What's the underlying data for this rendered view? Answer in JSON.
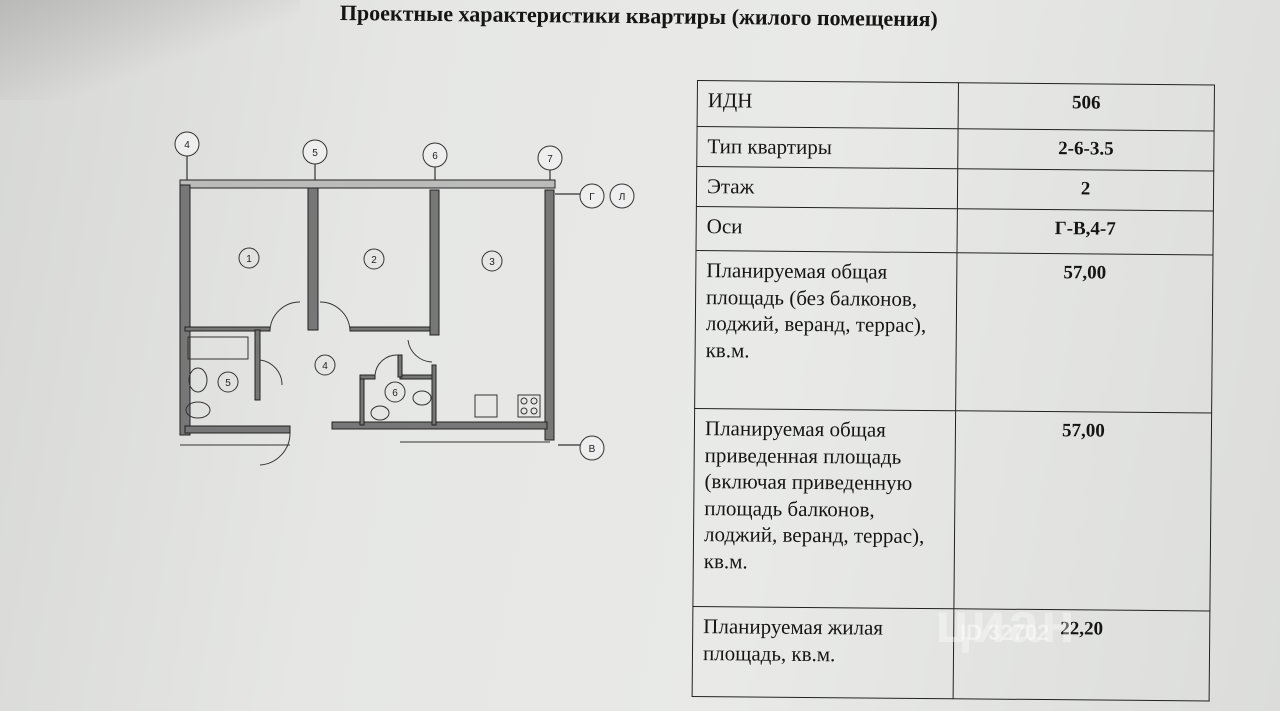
{
  "title": "Проектные характеристики квартиры (жилого помещения)",
  "plan": {
    "axes_top": [
      "4",
      "5",
      "6",
      "7"
    ],
    "axes_right": [
      "Г",
      "Л",
      "В"
    ],
    "rooms": [
      "1",
      "2",
      "3",
      "4",
      "5",
      "6"
    ]
  },
  "table": [
    {
      "label": "ИДН",
      "value": "506"
    },
    {
      "label": "Тип квартиры",
      "value": "2-6-3.5"
    },
    {
      "label": "Этаж",
      "value": "2"
    },
    {
      "label": "Оси",
      "value": "Г-В,4-7"
    },
    {
      "label": "Планируемая общая площадь (без балконов, лоджий, веранд, террас), кв.м.",
      "value": "57,00"
    },
    {
      "label": "Планируемая общая приведенная площадь (включая приведенную площадь балконов, лоджий, веранд, террас), кв.м.",
      "value": "57,00"
    },
    {
      "label": "Планируемая жилая площадь, кв.м.",
      "value": "22,20"
    }
  ],
  "watermark": {
    "brand": "циан",
    "id": "ID 32702"
  }
}
